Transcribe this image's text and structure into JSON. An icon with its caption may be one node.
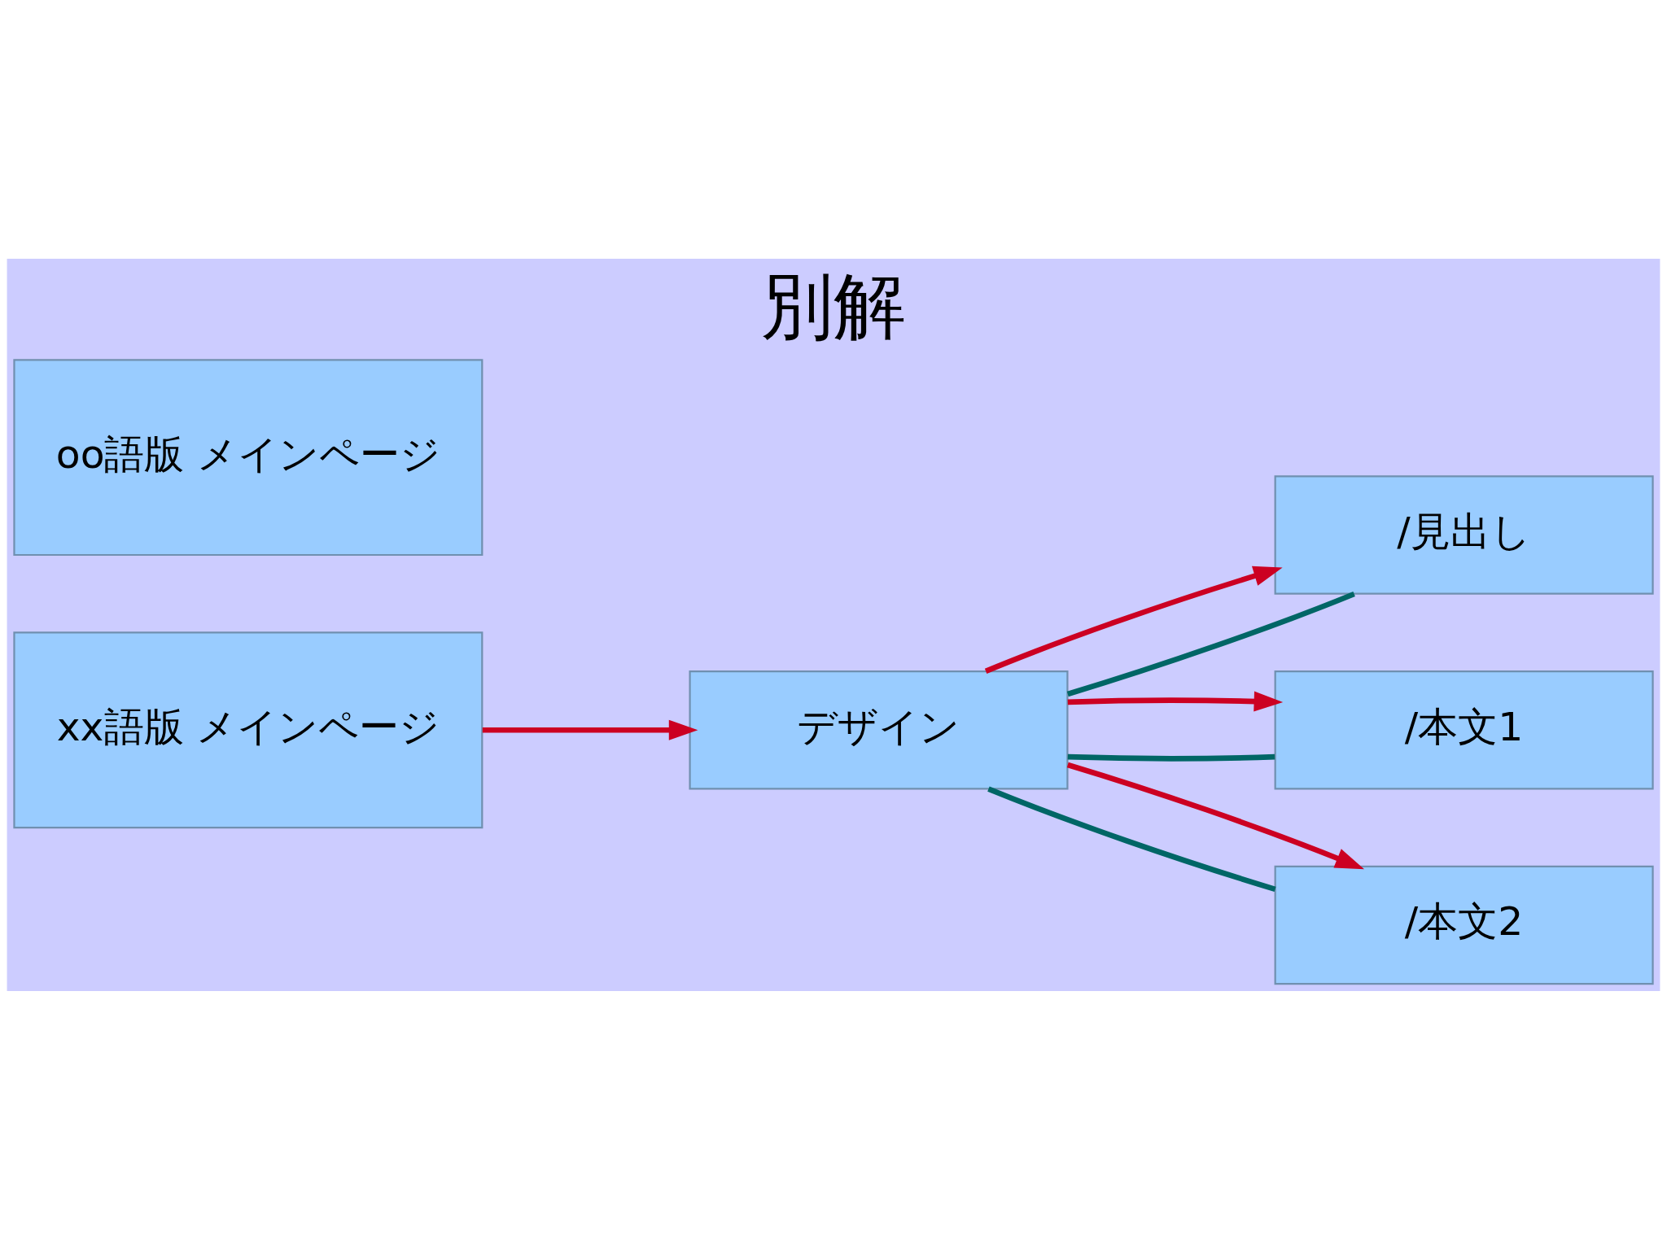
{
  "diagram": {
    "title": "別解",
    "nodes": [
      {
        "text": [
          "xx語版 メインページ"
        ]
      },
      {
        "text": [
          "oo語版 メインページ"
        ]
      },
      {
        "text": [
          "デザイン"
        ]
      },
      {
        "text": [
          "/見出し"
        ]
      },
      {
        "text": [
          "/本文1"
        ]
      },
      {
        "text": [
          "/本文2"
        ]
      }
    ],
    "edges": [
      {
        "from": 0,
        "to": 2,
        "arrow": "to",
        "color": "#cc0022"
      },
      {
        "from": 2,
        "to": 3,
        "arrow": "none",
        "color": "#006666"
      },
      {
        "from": 2,
        "to": 4,
        "arrow": "none",
        "color": "#006666"
      },
      {
        "from": 2,
        "to": 5,
        "arrow": "none",
        "color": "#006666"
      },
      {
        "from": 2,
        "to": 3,
        "arrow": "to",
        "color": "#cc0022"
      },
      {
        "from": 2,
        "to": 4,
        "arrow": "to",
        "color": "#cc0022"
      },
      {
        "from": 2,
        "to": 5,
        "arrow": "to",
        "color": "#cc0022"
      }
    ]
  }
}
